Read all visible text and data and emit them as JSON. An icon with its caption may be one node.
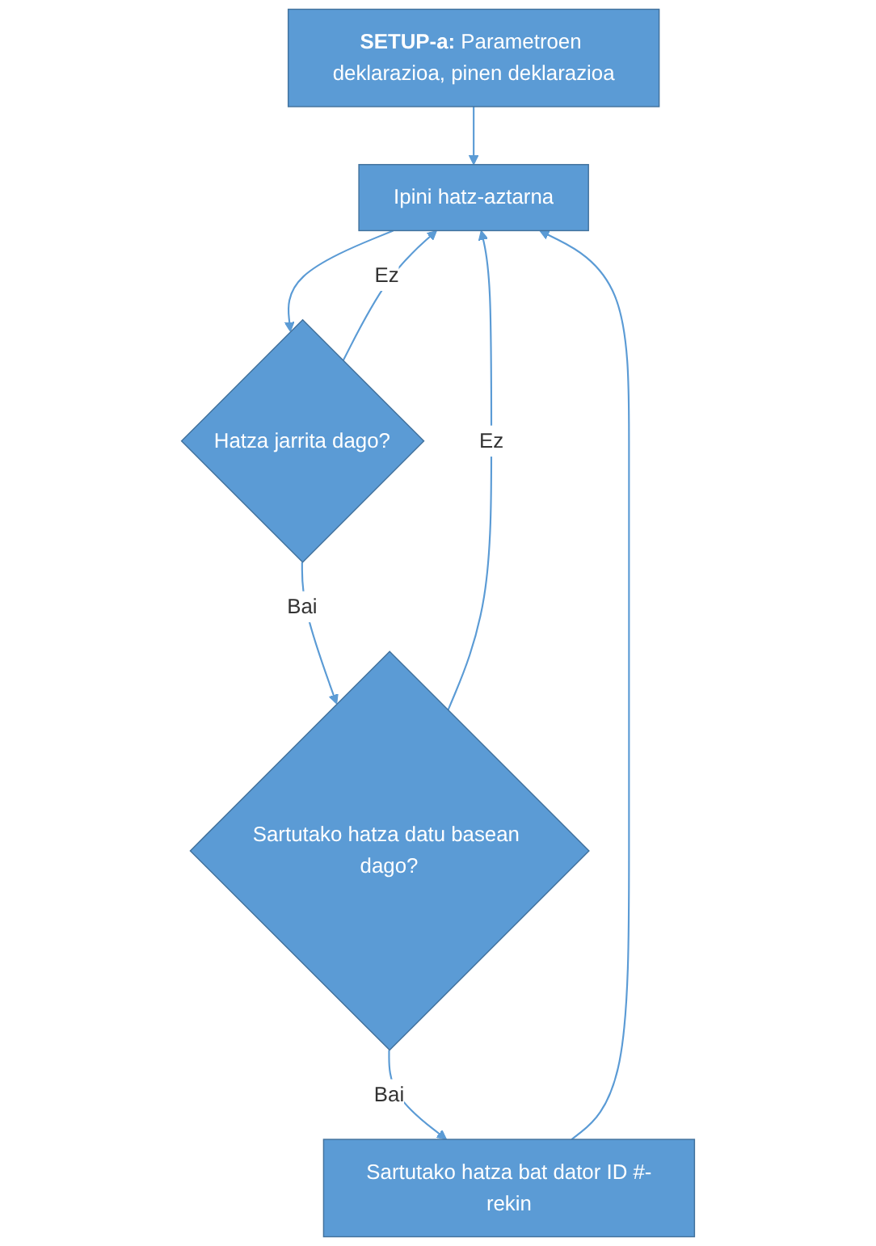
{
  "diagram": {
    "nodes": [
      {
        "text": [
          "**SETUP-a:** Parametroen deklarazioa, pinen deklarazioa"
        ]
      },
      {
        "text": [
          "Ipini hatz-aztarna"
        ]
      },
      {
        "text": [
          "Hatza jarrita dago?"
        ]
      },
      {
        "text": [
          "Sartutako hatza datu basean dago?"
        ]
      },
      {
        "text": [
          "Sartutako hatza bat dator ID #-rekin"
        ]
      }
    ],
    "edges": [
      {
        "from": 0,
        "to": 1,
        "arrow": "to"
      },
      {
        "from": 1,
        "to": 2,
        "arrow": "to"
      },
      {
        "from": 2,
        "to": 1,
        "arrow": "to",
        "label": "Ez"
      },
      {
        "from": 2,
        "to": 3,
        "arrow": "to",
        "label": "Bai"
      },
      {
        "from": 3,
        "to": 1,
        "arrow": "to",
        "label": "Ez"
      },
      {
        "from": 3,
        "to": 4,
        "arrow": "to",
        "label": "Bai"
      },
      {
        "from": 4,
        "to": 1,
        "arrow": "to"
      }
    ]
  }
}
